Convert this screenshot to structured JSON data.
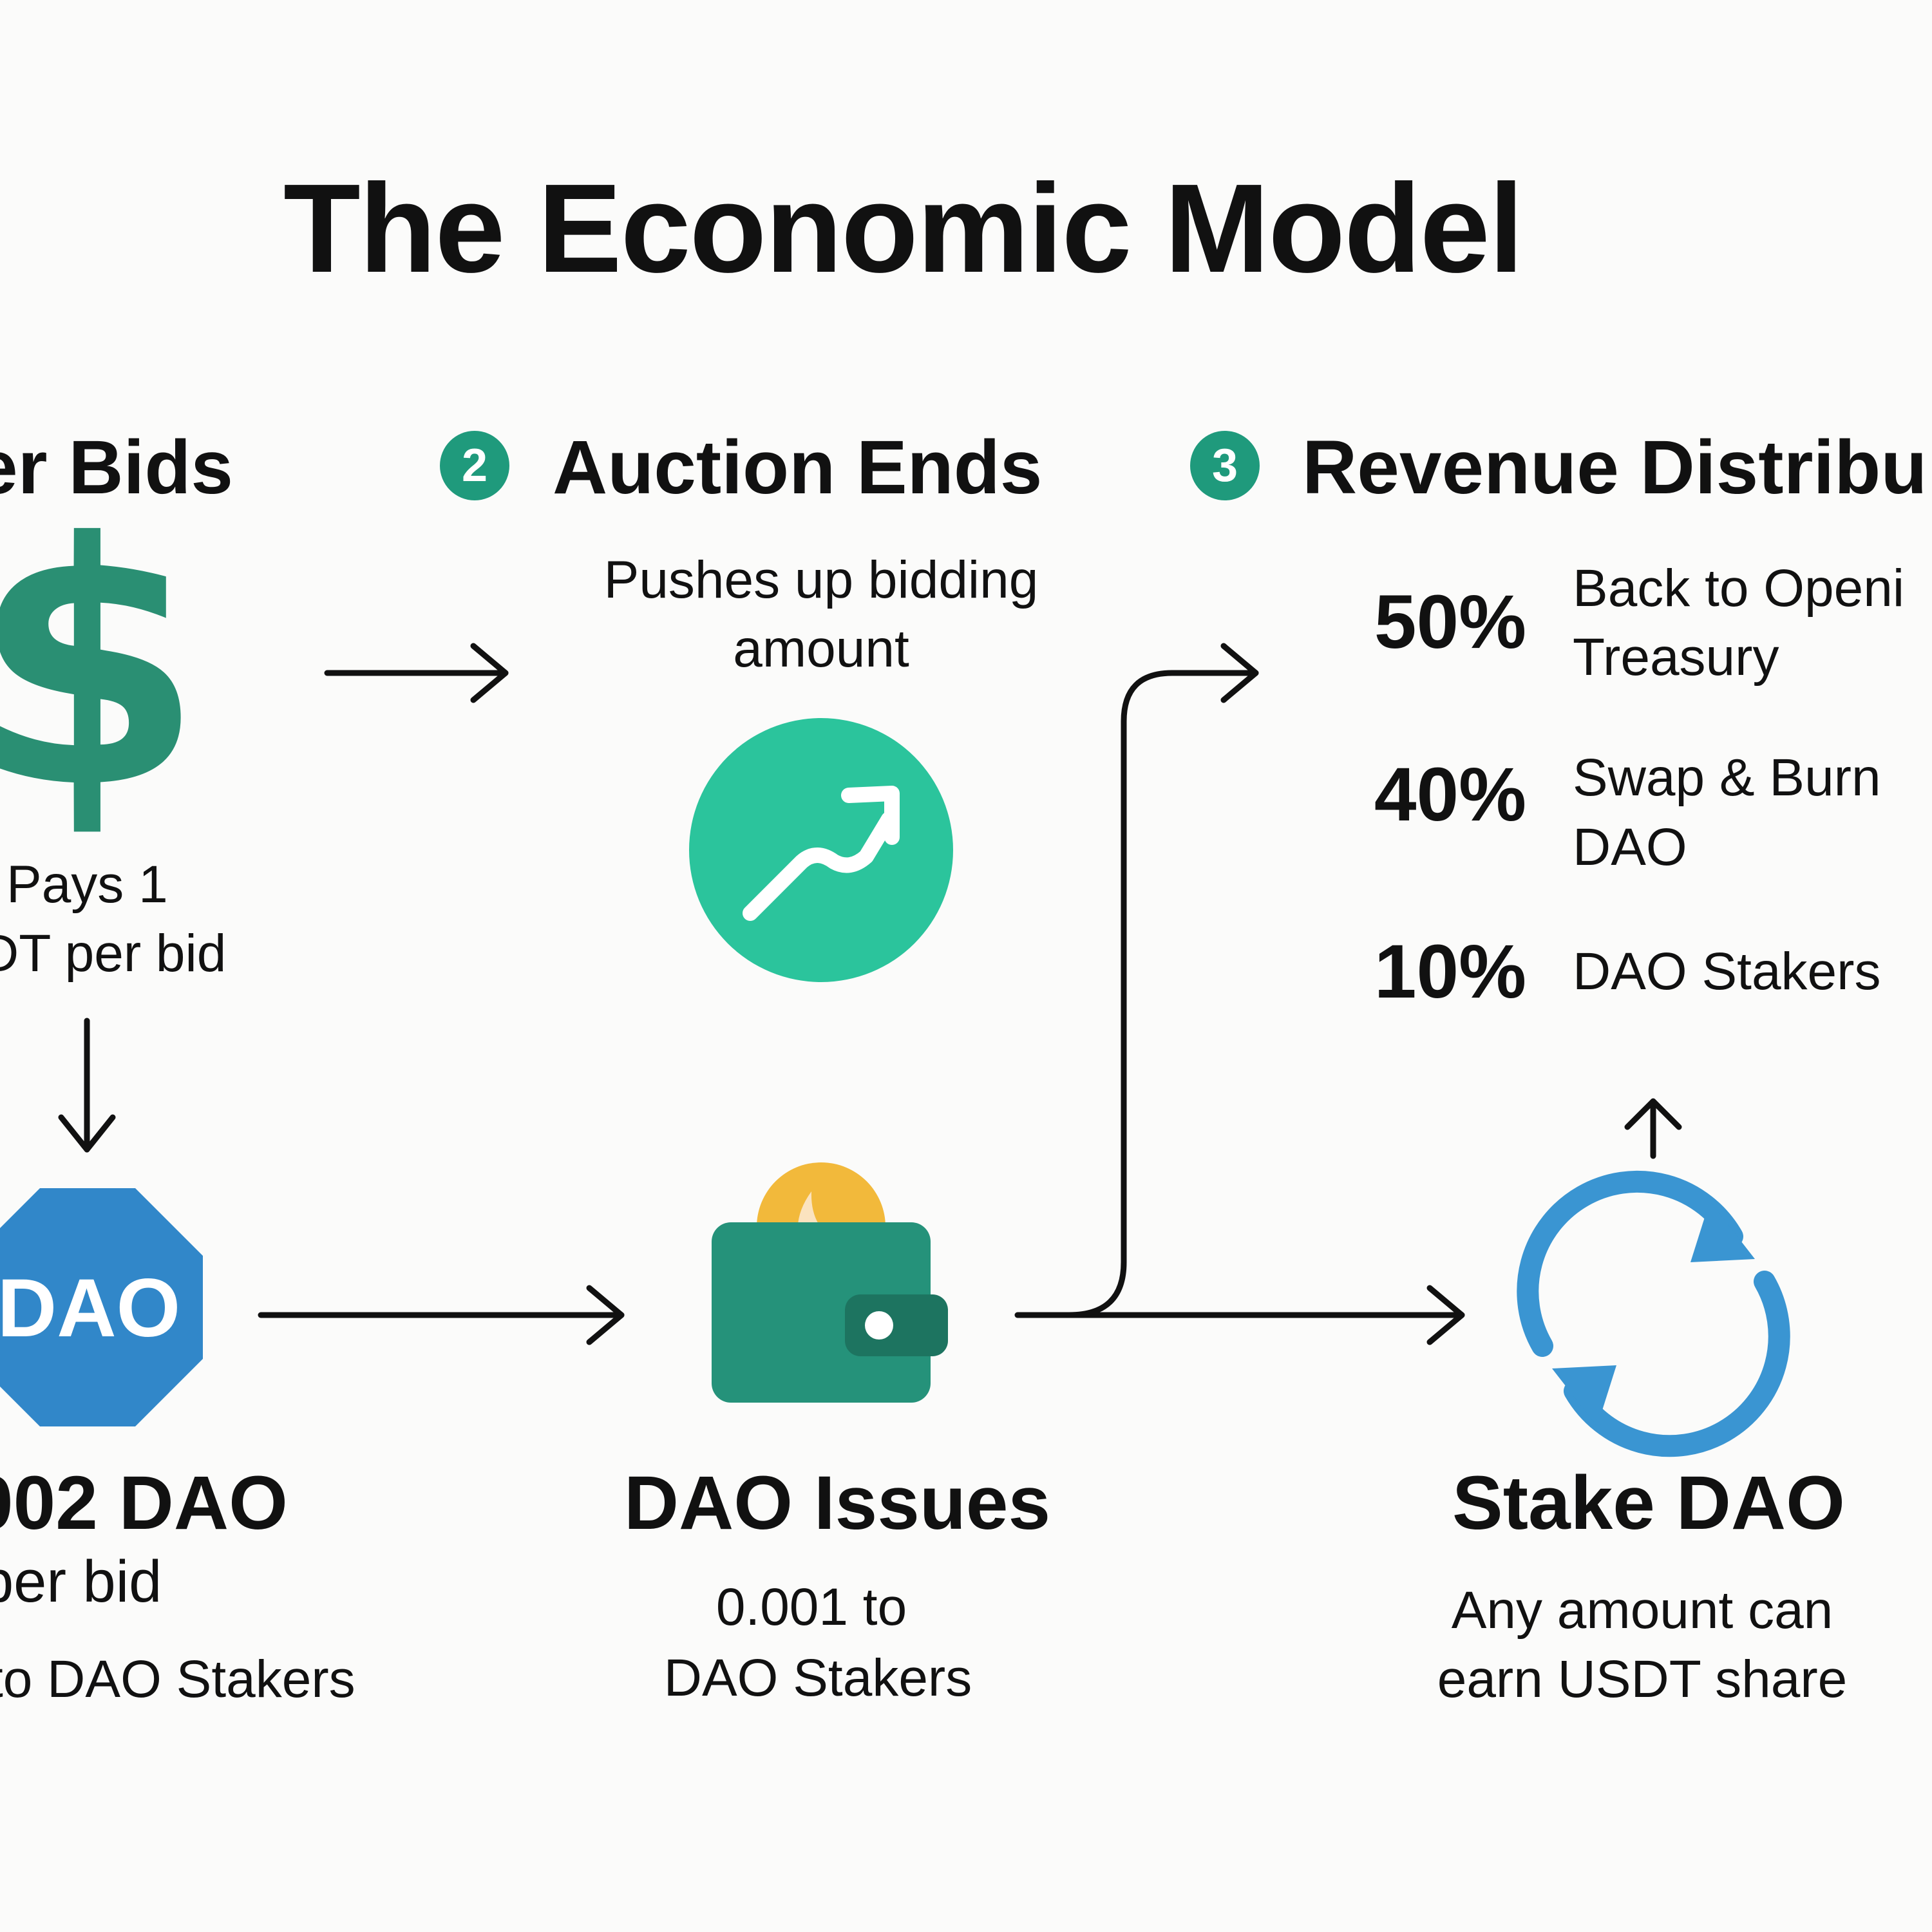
{
  "title": "The Economic Model",
  "steps": {
    "step1": {
      "label": "er Bids"
    },
    "step2": {
      "number": "2",
      "label": "Auction Ends"
    },
    "step3": {
      "number": "3",
      "label": "Revenue Distribu"
    }
  },
  "bids": {
    "pays_line1": "Pays 1",
    "pays_line2": "DT per bid"
  },
  "auction": {
    "desc_line1": "Pushes up bidding",
    "desc_line2": "amount"
  },
  "distribution": [
    {
      "percent": "50%",
      "line1": "Back to Openi",
      "line2": "Treasury"
    },
    {
      "percent": "40%",
      "line1": "Swap & Burn",
      "line2": "DAO"
    },
    {
      "percent": "10%",
      "line1": "DAO Stakers",
      "line2": ""
    }
  ],
  "dao_token": {
    "badge_label": "DAO",
    "line1": "002 DAO",
    "line2": "per bid",
    "line3": "to DAO Stakers"
  },
  "dao_issues": {
    "title": "DAO Issues",
    "line1": "0.001 to",
    "line2": "DAO Stakers"
  },
  "stake": {
    "title": "Stake DAO",
    "line1": "Any amount can",
    "line2": "earn USDT share"
  },
  "colors": {
    "dollar": "#2a8f73",
    "trend_circle": "#2bc49c",
    "badge": "#1f9a7c",
    "dao_octagon": "#3187c9",
    "wallet": "#25927a",
    "wallet_flap": "#1d7460",
    "coin": "#f2b93b",
    "refresh": "#3a95d2",
    "arrow": "#111111"
  },
  "icons": {
    "dollar": "dollar-icon",
    "trend": "trend-up-icon",
    "dao": "dao-octagon-icon",
    "wallet": "wallet-icon",
    "refresh": "refresh-icon"
  }
}
